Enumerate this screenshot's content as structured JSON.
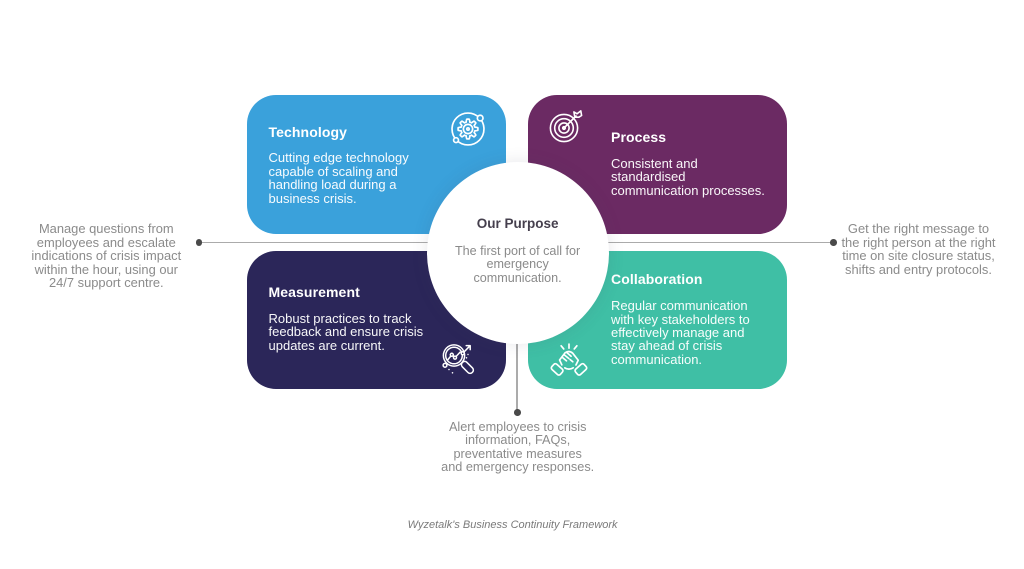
{
  "center": {
    "title": "Our Purpose",
    "body": "The first port of call for\nemergency\ncommunication."
  },
  "quadrants": [
    {
      "id": "technology",
      "title": "Technology",
      "icon": "gear-icon",
      "color": "#3aa1db",
      "body": "Cutting edge technology\ncapable of scaling and\nhandling load during a\nbusiness crisis."
    },
    {
      "id": "process",
      "title": "Process",
      "icon": "target-icon",
      "color": "#6b2a63",
      "body": "Consistent and\nstandardised\ncommunication processes."
    },
    {
      "id": "measurement",
      "title": "Measurement",
      "icon": "magnifier-chart-icon",
      "color": "#2b2659",
      "body": "Robust practices to track\nfeedback and ensure crisis\nupdates are current."
    },
    {
      "id": "collaboration",
      "title": "Collaboration",
      "icon": "handshake-icon",
      "color": "#3fbfa5",
      "body": "Regular communication\nwith key stakeholders to\neffectively manage and\nstay ahead of crisis\ncommunication."
    }
  ],
  "callouts": {
    "left": "Manage questions from\nemployees and escalate\nindications of crisis impact\nwithin the hour, using our\n24/7 support centre.",
    "right": "Get the right message to\nthe right person at the right\ntime on site closure status,\nshifts and entry protocols.",
    "bottom": "Alert employees to crisis\ninformation, FAQs,\npreventative measures\nand emergency responses."
  },
  "caption": "Wyzetalk's Business Continuity Framework",
  "colors": {
    "technology": "#3aa1db",
    "process": "#6b2a63",
    "measurement": "#2b2659",
    "collaboration": "#3fbfa5",
    "connector_line": "#c8c8c8",
    "connector_dot": "#4a4a4a",
    "muted_text": "#8b8b8b",
    "center_title_text": "#453f4d"
  }
}
